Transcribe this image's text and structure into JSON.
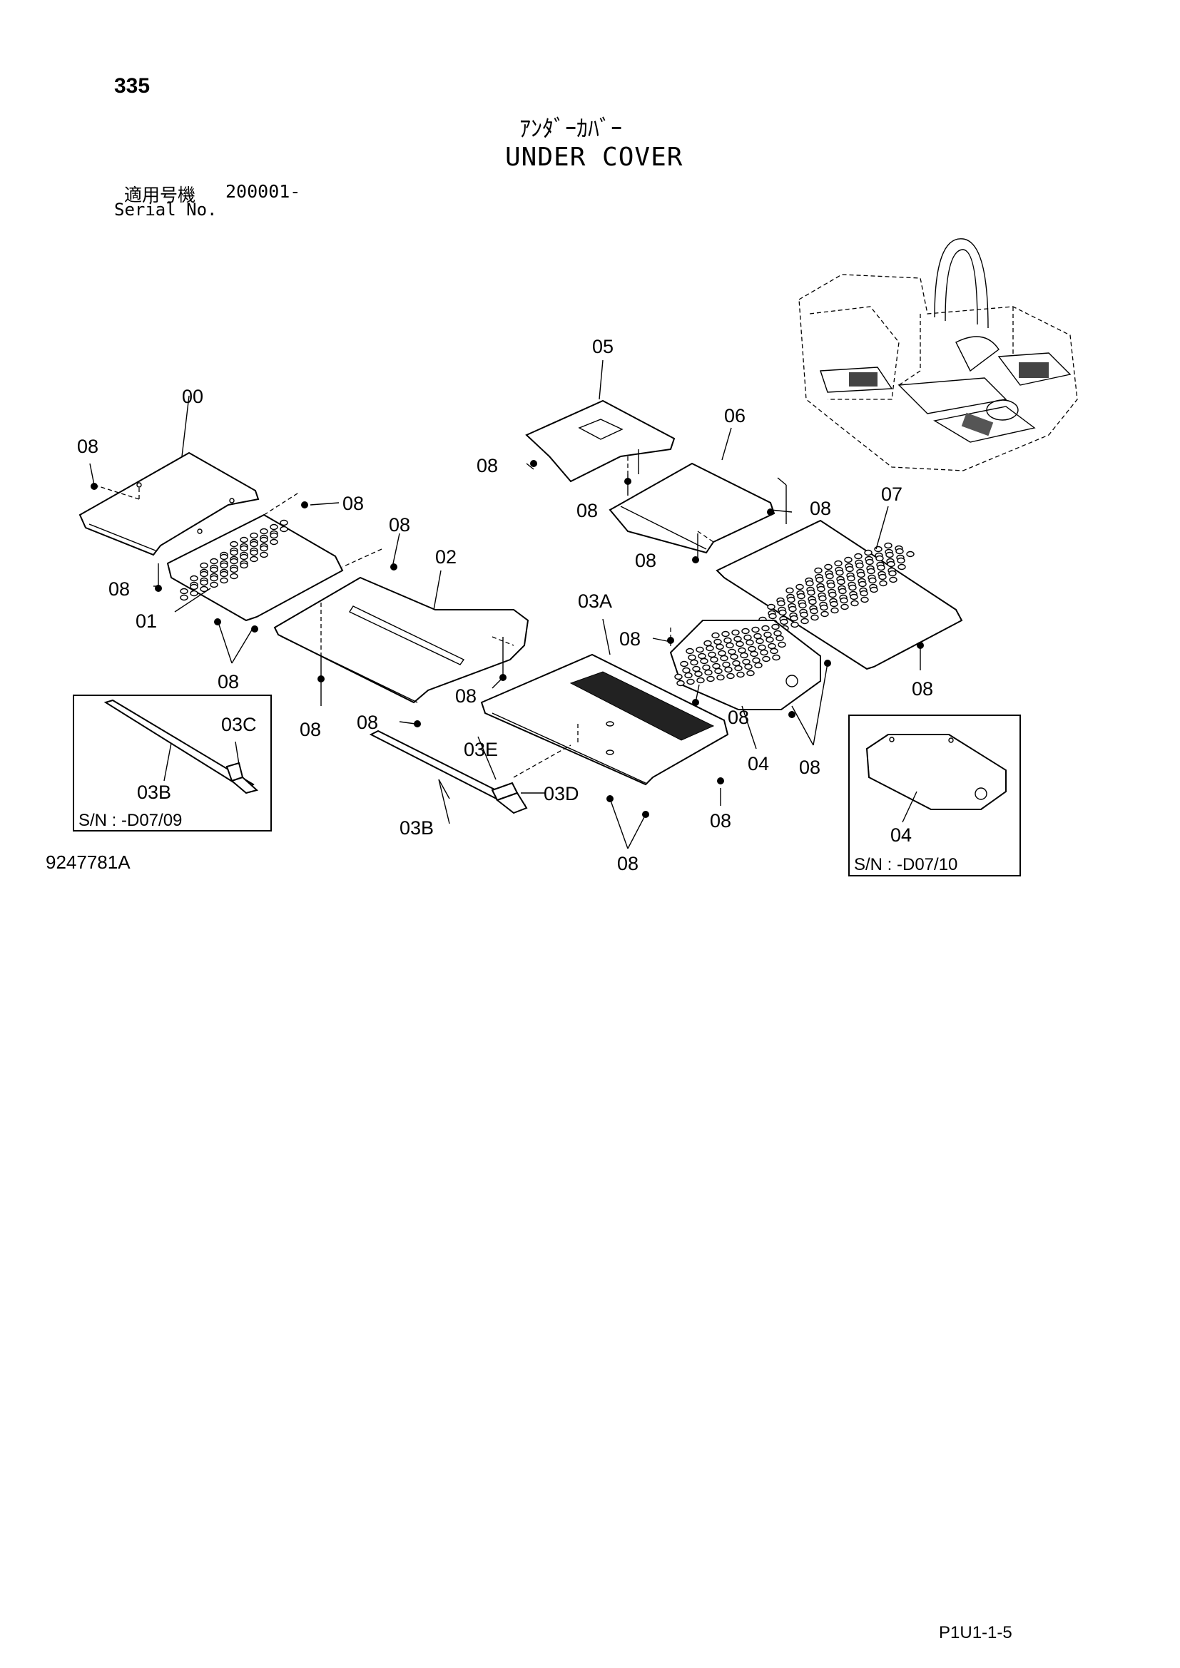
{
  "header": {
    "page_number": "335",
    "title_ja": "ｱﾝﾀﾞｰｶﾊﾞｰ",
    "title_en": "UNDER COVER",
    "serial_label_ja": "適用号機",
    "serial_value": "200001-",
    "serial_label_en": "Serial No."
  },
  "callouts": {
    "c00": "00",
    "c01": "01",
    "c02": "02",
    "c03A": "03A",
    "c03B": "03B",
    "c03B_inset": "03B",
    "c03C": "03C",
    "c03D": "03D",
    "c03E": "03E",
    "c04": "04",
    "c04_inset": "04",
    "c05": "05",
    "c06": "06",
    "c07": "07",
    "c08": "08"
  },
  "insets": {
    "left_sn": "S/N : -D07/09",
    "right_sn": "S/N : -D07/10"
  },
  "footer": {
    "drawing_number": "9247781A",
    "page_code": "P1U1-1-5"
  },
  "icons": [
    "machine-overview-icon",
    "bolt-icon"
  ]
}
